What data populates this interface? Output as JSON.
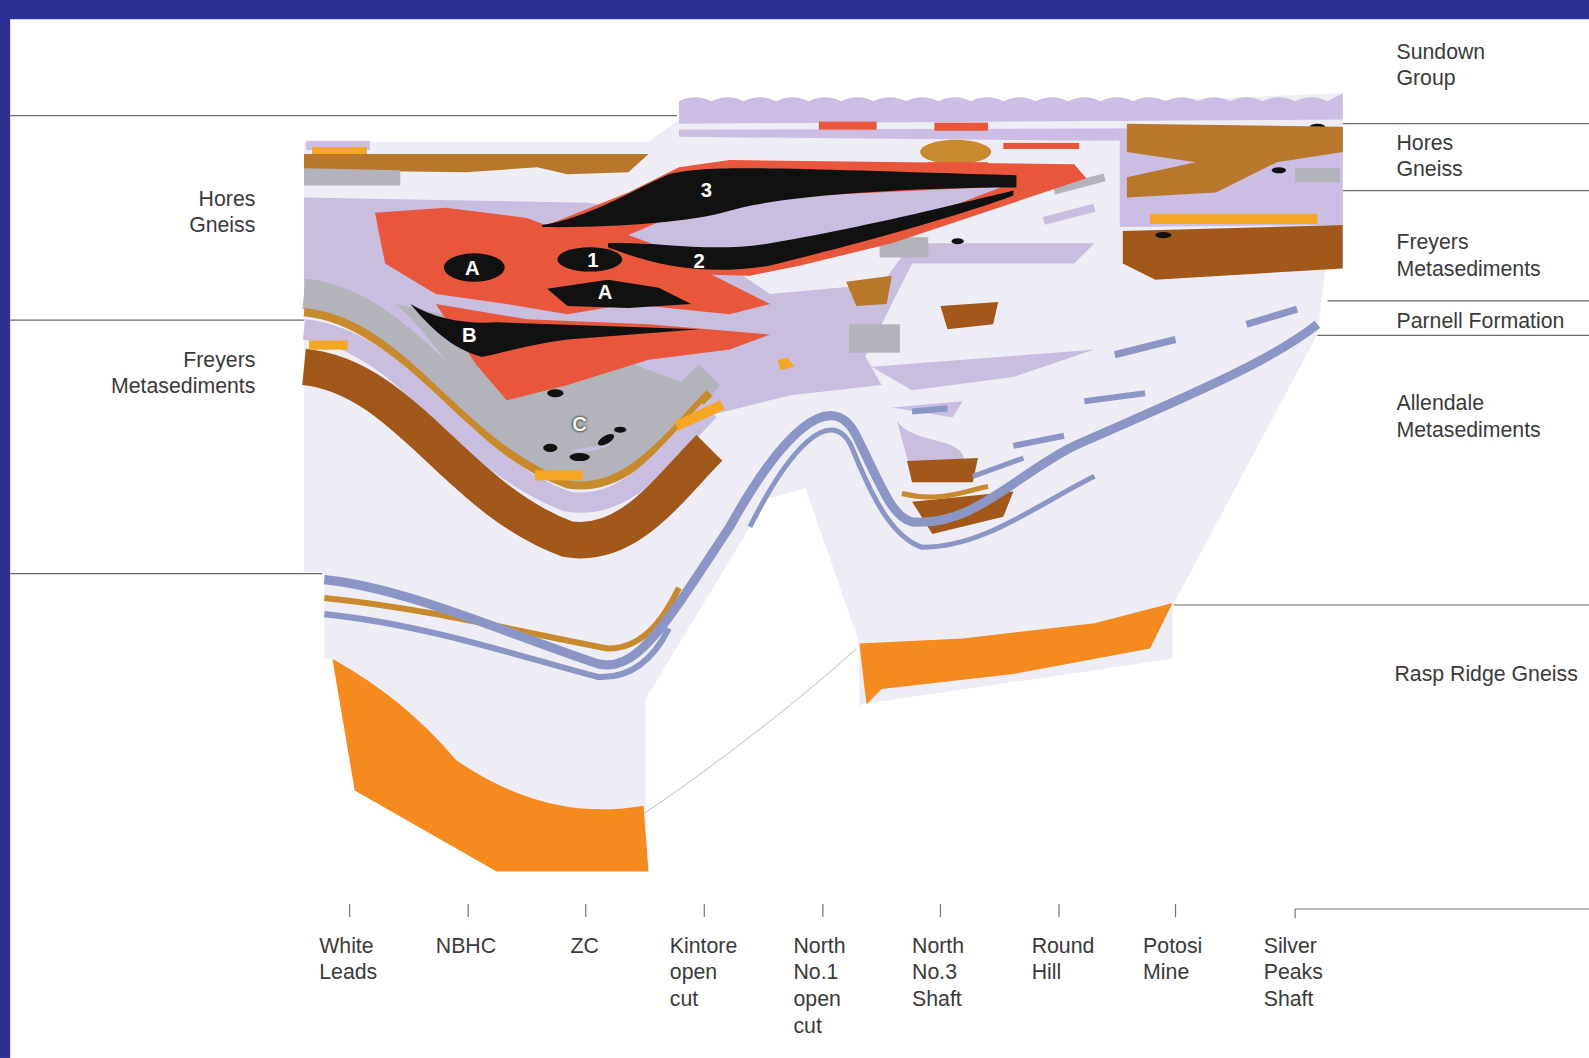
{
  "diagram": {
    "labels": [
      "Sundown Group",
      "Hores Gneiss",
      "Hores Gneiss",
      "Freyers Metasediments",
      "Parnell Formation",
      "Freyers Metasediments",
      "Allendale Metasediments",
      "Rasp Ridge Gneiss",
      "3",
      "1",
      "2",
      "A",
      "A",
      "B",
      "C",
      "White Leads",
      "NBHC",
      "ZC",
      "Kintore open cut",
      "North No.1 open cut",
      "North No.3 Shaft",
      "Round Hill",
      "Potosi Mine",
      "Silver Peaks Shaft"
    ]
  }
}
